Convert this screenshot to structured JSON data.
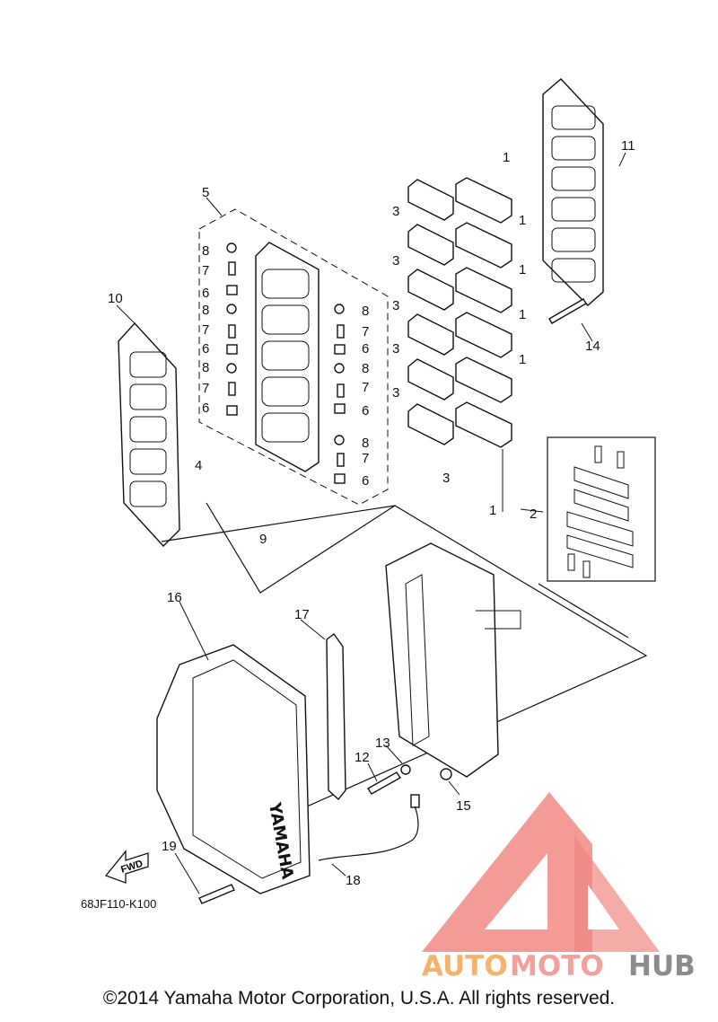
{
  "diagram": {
    "callouts": [
      {
        "id": "c1a",
        "text": "1"
      },
      {
        "id": "c1b",
        "text": "1"
      },
      {
        "id": "c1c",
        "text": "1"
      },
      {
        "id": "c1d",
        "text": "1"
      },
      {
        "id": "c1e",
        "text": "1"
      },
      {
        "id": "c1f",
        "text": "1"
      },
      {
        "id": "c2",
        "text": "2"
      },
      {
        "id": "c3a",
        "text": "3"
      },
      {
        "id": "c3b",
        "text": "3"
      },
      {
        "id": "c3c",
        "text": "3"
      },
      {
        "id": "c3d",
        "text": "3"
      },
      {
        "id": "c3e",
        "text": "3"
      },
      {
        "id": "c3f",
        "text": "3"
      },
      {
        "id": "c4",
        "text": "4"
      },
      {
        "id": "c5",
        "text": "5"
      },
      {
        "id": "c6a",
        "text": "6"
      },
      {
        "id": "c6b",
        "text": "6"
      },
      {
        "id": "c6c",
        "text": "6"
      },
      {
        "id": "c6d",
        "text": "6"
      },
      {
        "id": "c6e",
        "text": "6"
      },
      {
        "id": "c6f",
        "text": "6"
      },
      {
        "id": "c7a",
        "text": "7"
      },
      {
        "id": "c7b",
        "text": "7"
      },
      {
        "id": "c7c",
        "text": "7"
      },
      {
        "id": "c7d",
        "text": "7"
      },
      {
        "id": "c7e",
        "text": "7"
      },
      {
        "id": "c7f",
        "text": "7"
      },
      {
        "id": "c8a",
        "text": "8"
      },
      {
        "id": "c8b",
        "text": "8"
      },
      {
        "id": "c8c",
        "text": "8"
      },
      {
        "id": "c8d",
        "text": "8"
      },
      {
        "id": "c8e",
        "text": "8"
      },
      {
        "id": "c8f",
        "text": "8"
      },
      {
        "id": "c9",
        "text": "9"
      },
      {
        "id": "c10",
        "text": "10"
      },
      {
        "id": "c11",
        "text": "11"
      },
      {
        "id": "c12",
        "text": "12"
      },
      {
        "id": "c13",
        "text": "13"
      },
      {
        "id": "c14",
        "text": "14"
      },
      {
        "id": "c15",
        "text": "15"
      },
      {
        "id": "c16",
        "text": "16"
      },
      {
        "id": "c17",
        "text": "17"
      },
      {
        "id": "c18",
        "text": "18"
      },
      {
        "id": "c19",
        "text": "19"
      }
    ],
    "fwd_label": "FWD",
    "drawing_code": "68JF110-K100",
    "cover_brand": "YAMAHA"
  },
  "watermark": {
    "part1": "AUTO",
    "part2": "MOTO",
    "part3": "HUB",
    "colors": {
      "auto": "#f6b36b",
      "moto": "#f4a09a",
      "hub": "#8c8c8c",
      "logo": "#f07c78"
    }
  },
  "footer": {
    "copyright": "©2014 Yamaha Motor Corporation, U.S.A. All rights reserved."
  }
}
